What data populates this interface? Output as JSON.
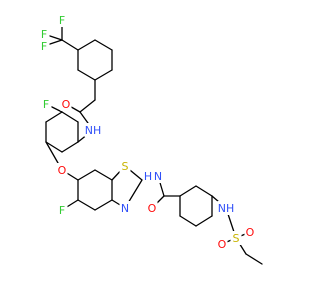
{
  "colors": {
    "background": "#ffffff",
    "bond": "#000000",
    "F": "#33cc33",
    "O": "#ff0d0d",
    "N": "#3050f8",
    "S": "#c8b400",
    "H": "#3050f8"
  },
  "atoms": [
    {
      "id": "f-cf3-1",
      "text": "F",
      "element": "F"
    },
    {
      "id": "f-cf3-2",
      "text": "F",
      "element": "F"
    },
    {
      "id": "f-cf3-3",
      "text": "F",
      "element": "F"
    },
    {
      "id": "o-amide-top",
      "text": "O",
      "element": "O"
    },
    {
      "id": "f-ring-top",
      "text": "F",
      "element": "F"
    },
    {
      "id": "nh-amide-top",
      "text": "NH",
      "element": "N"
    },
    {
      "id": "o-ether",
      "text": "O",
      "element": "O"
    },
    {
      "id": "s-thiazole",
      "text": "S",
      "element": "S"
    },
    {
      "id": "f-benzothiazole",
      "text": "F",
      "element": "F"
    },
    {
      "id": "n-thiazole",
      "text": "N",
      "element": "N"
    },
    {
      "id": "nh-amide-bottom",
      "text": "N",
      "element": "N"
    },
    {
      "id": "h-amide-bottom",
      "text": "H",
      "element": "H"
    },
    {
      "id": "o-amide-bottom",
      "text": "O",
      "element": "O"
    },
    {
      "id": "nh-sulfonamide",
      "text": "NH",
      "element": "N"
    },
    {
      "id": "s-sulfonyl",
      "text": "S",
      "element": "S"
    },
    {
      "id": "o-sulfonyl-1",
      "text": "O",
      "element": "O"
    },
    {
      "id": "o-sulfonyl-2",
      "text": "O",
      "element": "O"
    }
  ]
}
